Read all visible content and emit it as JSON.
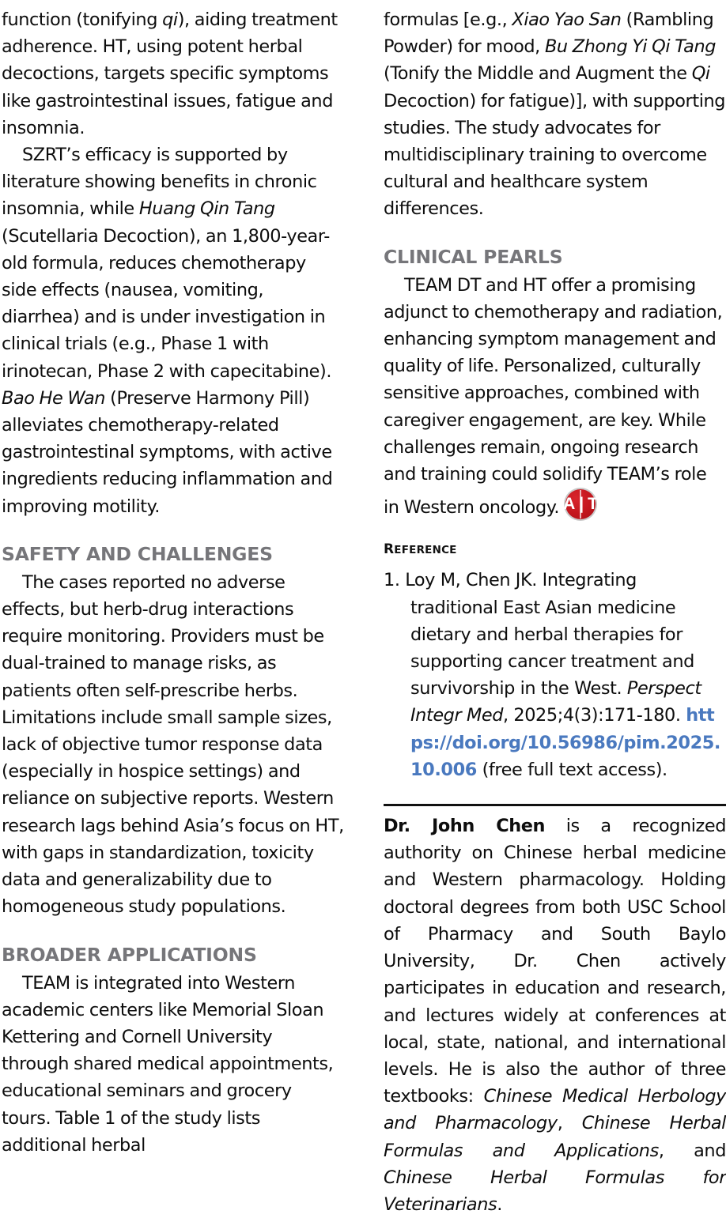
{
  "colors": {
    "heading_gray": "#76767a",
    "link_blue": "#4a79bf",
    "logo_red": "#c3161d",
    "body_text": "#0d0d0d"
  },
  "left_column": {
    "paragraph_continued": {
      "part1": "function (tonifying ",
      "italic1": "qi",
      "part2": "), aiding treatment adherence. HT, using potent herbal decoctions, targets specific symptoms like gastrointestinal issues, fatigue and insomnia."
    },
    "paragraph_szrt": {
      "part1": "SZRT’s efficacy is supported by literature showing benefits in chronic insomnia, while ",
      "italic1": "Huang Qin Tang",
      "part2": " (Scutellaria Decoction), an 1,800-year-old formula, reduces chemotherapy side effects (nausea, vomiting, diarrhea) and is under investigation in clinical trials (e.g., Phase 1 with irinotecan, Phase 2 with capecitabine). ",
      "italic2": "Bao He Wan",
      "part3": " (Preserve Harmony Pill) alleviates chemotherapy-related gastrointestinal symptoms, with active ingredients reducing inflammation and improving motility."
    },
    "heading_safety": "SAFETY AND CHALLENGES",
    "paragraph_safety": "The cases reported no adverse effects, but herb-drug interactions require monitoring. Providers must be dual-trained to manage risks, as patients often self-prescribe herbs. Limitations include small sample sizes, lack of objective tumor response data (especially in hospice settings) and reliance on subjective reports. Western research lags behind Asia’s focus on HT, with gaps in standardization, toxicity data and generalizability due to homogeneous study populations.",
    "heading_broader": "BROADER APPLICATIONS",
    "paragraph_broader": "TEAM is integrated into Western academic centers like Memorial Sloan Kettering and Cornell University through shared medical appointments, educational seminars and grocery tours. Table 1 of the study lists additional herbal"
  },
  "right_column": {
    "paragraph_formulas": {
      "part1": "formulas [e.g., ",
      "italic1": "Xiao Yao San",
      "part2": " (Rambling Powder) for mood, ",
      "italic2": "Bu Zhong Yi Qi Tang",
      "part3": " (Tonify the Middle and Augment the ",
      "italic3": "Qi",
      "part4": " Decoction) for fatigue)], with supporting studies. The study advocates for multidisciplinary training to overcome cultural and healthcare system differences."
    },
    "heading_clinical_pearls": "CLINICAL PEARLS",
    "paragraph_pearls": "TEAM DT and HT offer a promising adjunct to chemotherapy and radiation, enhancing symptom management and quality of life. Personalized, culturally sensitive approaches, combined with caregiver engagement, are key. While challenges remain, ongoing research and training could solidify TEAM’s role in Western oncology.",
    "logo": {
      "letters": "A|T",
      "letter_a": "A",
      "letter_t": "T"
    },
    "reference_heading_first": "R",
    "reference_heading_rest": "EFERENCE",
    "reference": {
      "number": "1.",
      "text_before_journal": " Loy M, Chen JK. Integrating traditional East Asian medicine dietary and herbal therapies for supporting cancer treatment and survivorship in the West. ",
      "journal": "Perspect Integr Med",
      "citation": ", 2025;4(3):171-180. ",
      "doi": "https://doi.org/10.56986/pim.2025.10.006",
      "access_note": " (free full text access)."
    },
    "bio": {
      "name": "Dr. John Chen",
      "text1": " is a recognized authority on Chinese herbal medicine and Western pharmacology. Holding doctoral degrees from both USC School of Pharmacy and South Baylo University, Dr. Chen actively participates in education and research, and lectures widely at conferences at local, state, national, and international levels. He is also the author of three textbooks: ",
      "book1": "Chinese Medical Herbology and Pharmacology",
      "sep1": ", ",
      "book2": "Chinese Herbal Formulas and Applications",
      "sep2": ", and ",
      "book3": "Chinese Herbal Formulas for Veterinarians",
      "end": "."
    }
  }
}
